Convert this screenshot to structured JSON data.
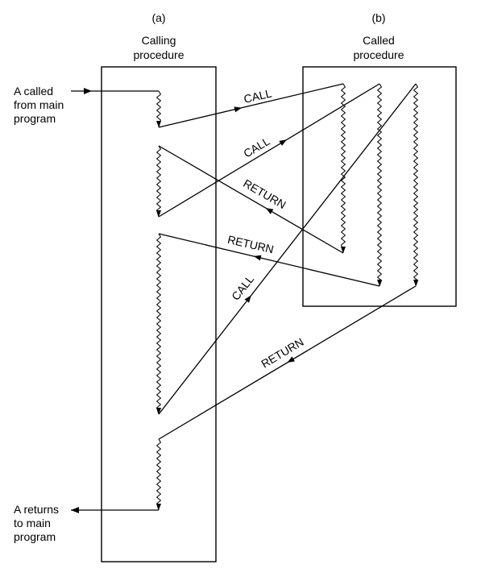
{
  "panels": {
    "a": {
      "tag": "(a)",
      "title_line1": "Calling",
      "title_line2": "procedure"
    },
    "b": {
      "tag": "(b)",
      "title_line1": "Called",
      "title_line2": "procedure"
    }
  },
  "entry_note": {
    "line1": "A called",
    "line2": "from main",
    "line3": "program"
  },
  "exit_note": {
    "line1": "A returns",
    "line2": "to main",
    "line3": "program"
  },
  "arrow_labels": {
    "call_1": "CALL",
    "call_2": "CALL",
    "return_1": "RETURN",
    "return_2": "RETURN",
    "call_3": "CALL",
    "return_3": "RETURN"
  }
}
